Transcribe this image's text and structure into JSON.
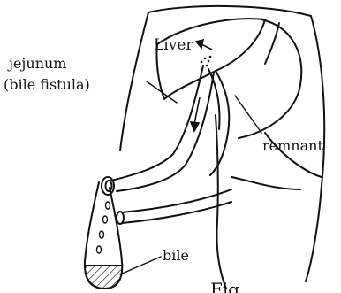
{
  "labels": {
    "liver": "Liver",
    "jejunum_line1": "jejunum",
    "jejunum_line2": "(bile fistula)",
    "remnant": "remnant",
    "bile": "bile",
    "caption_partial": "Fig."
  },
  "colors": {
    "ink": "#111111",
    "background": "#ffffff"
  }
}
